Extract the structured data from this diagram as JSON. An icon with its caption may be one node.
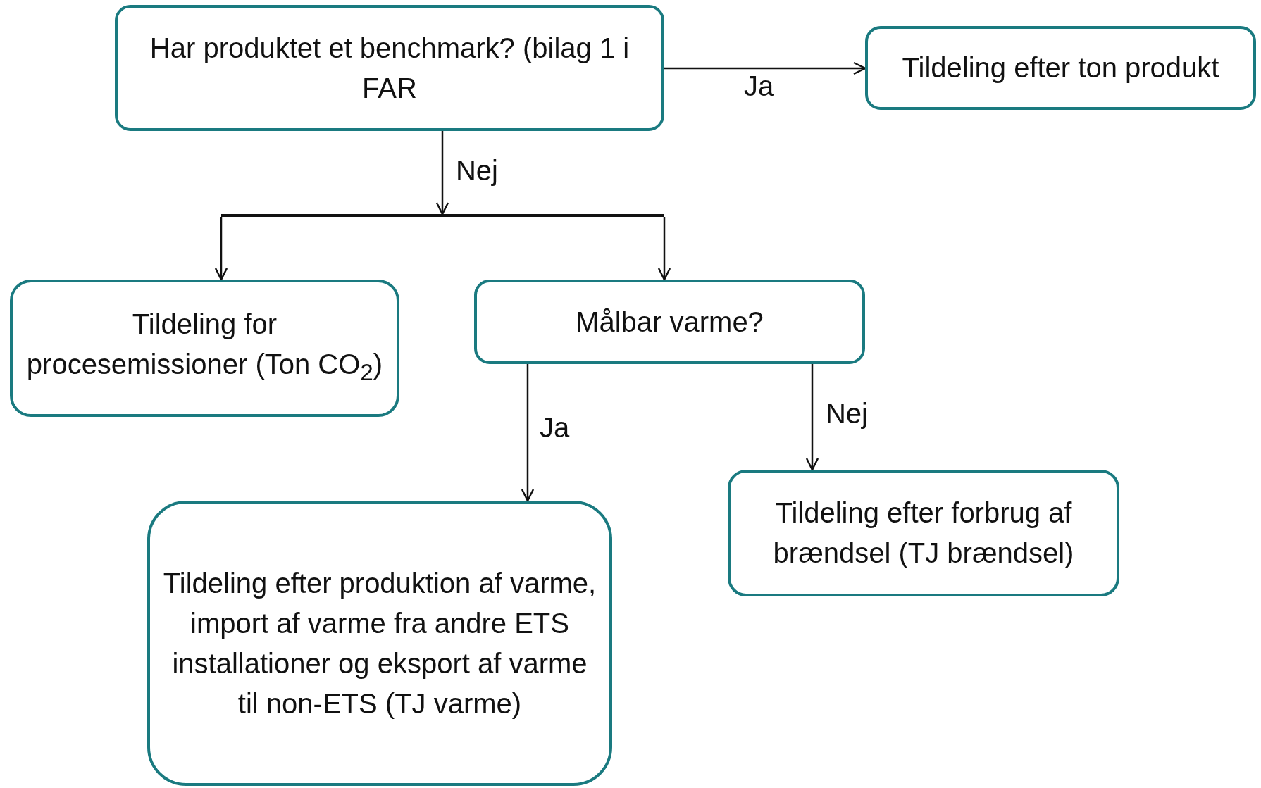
{
  "diagram": {
    "nodes": [
      {
        "text": [
          "Har produktet et benchmark? (bilag 1 i FAR"
        ]
      },
      {
        "text": [
          "Tildeling efter ton produkt"
        ]
      },
      {
        "text": [],
        "shape": "bar"
      },
      {
        "text": [
          "Tildeling for procesemissioner (Ton CO$_{2}$)"
        ]
      },
      {
        "text": [
          "Målbar varme?"
        ]
      },
      {
        "text": [
          "Tildeling efter produktion af varme, import af varme fra andre ETS installationer og eksport af varme til non-ETS (TJ varme)"
        ]
      },
      {
        "text": [
          "Tildeling efter forbrug af brændsel (TJ brændsel)"
        ]
      }
    ],
    "edges": [
      {
        "from": 0,
        "to": 1,
        "arrow": "to",
        "label": "Ja"
      },
      {
        "from": 0,
        "to": 2,
        "arrow": "to",
        "label": "Nej"
      },
      {
        "from": 2,
        "to": 3,
        "arrow": "to"
      },
      {
        "from": 2,
        "to": 4,
        "arrow": "to"
      },
      {
        "from": 4,
        "to": 5,
        "arrow": "to",
        "label": "Ja"
      },
      {
        "from": 4,
        "to": 6,
        "arrow": "to",
        "label": "Nej"
      }
    ]
  }
}
